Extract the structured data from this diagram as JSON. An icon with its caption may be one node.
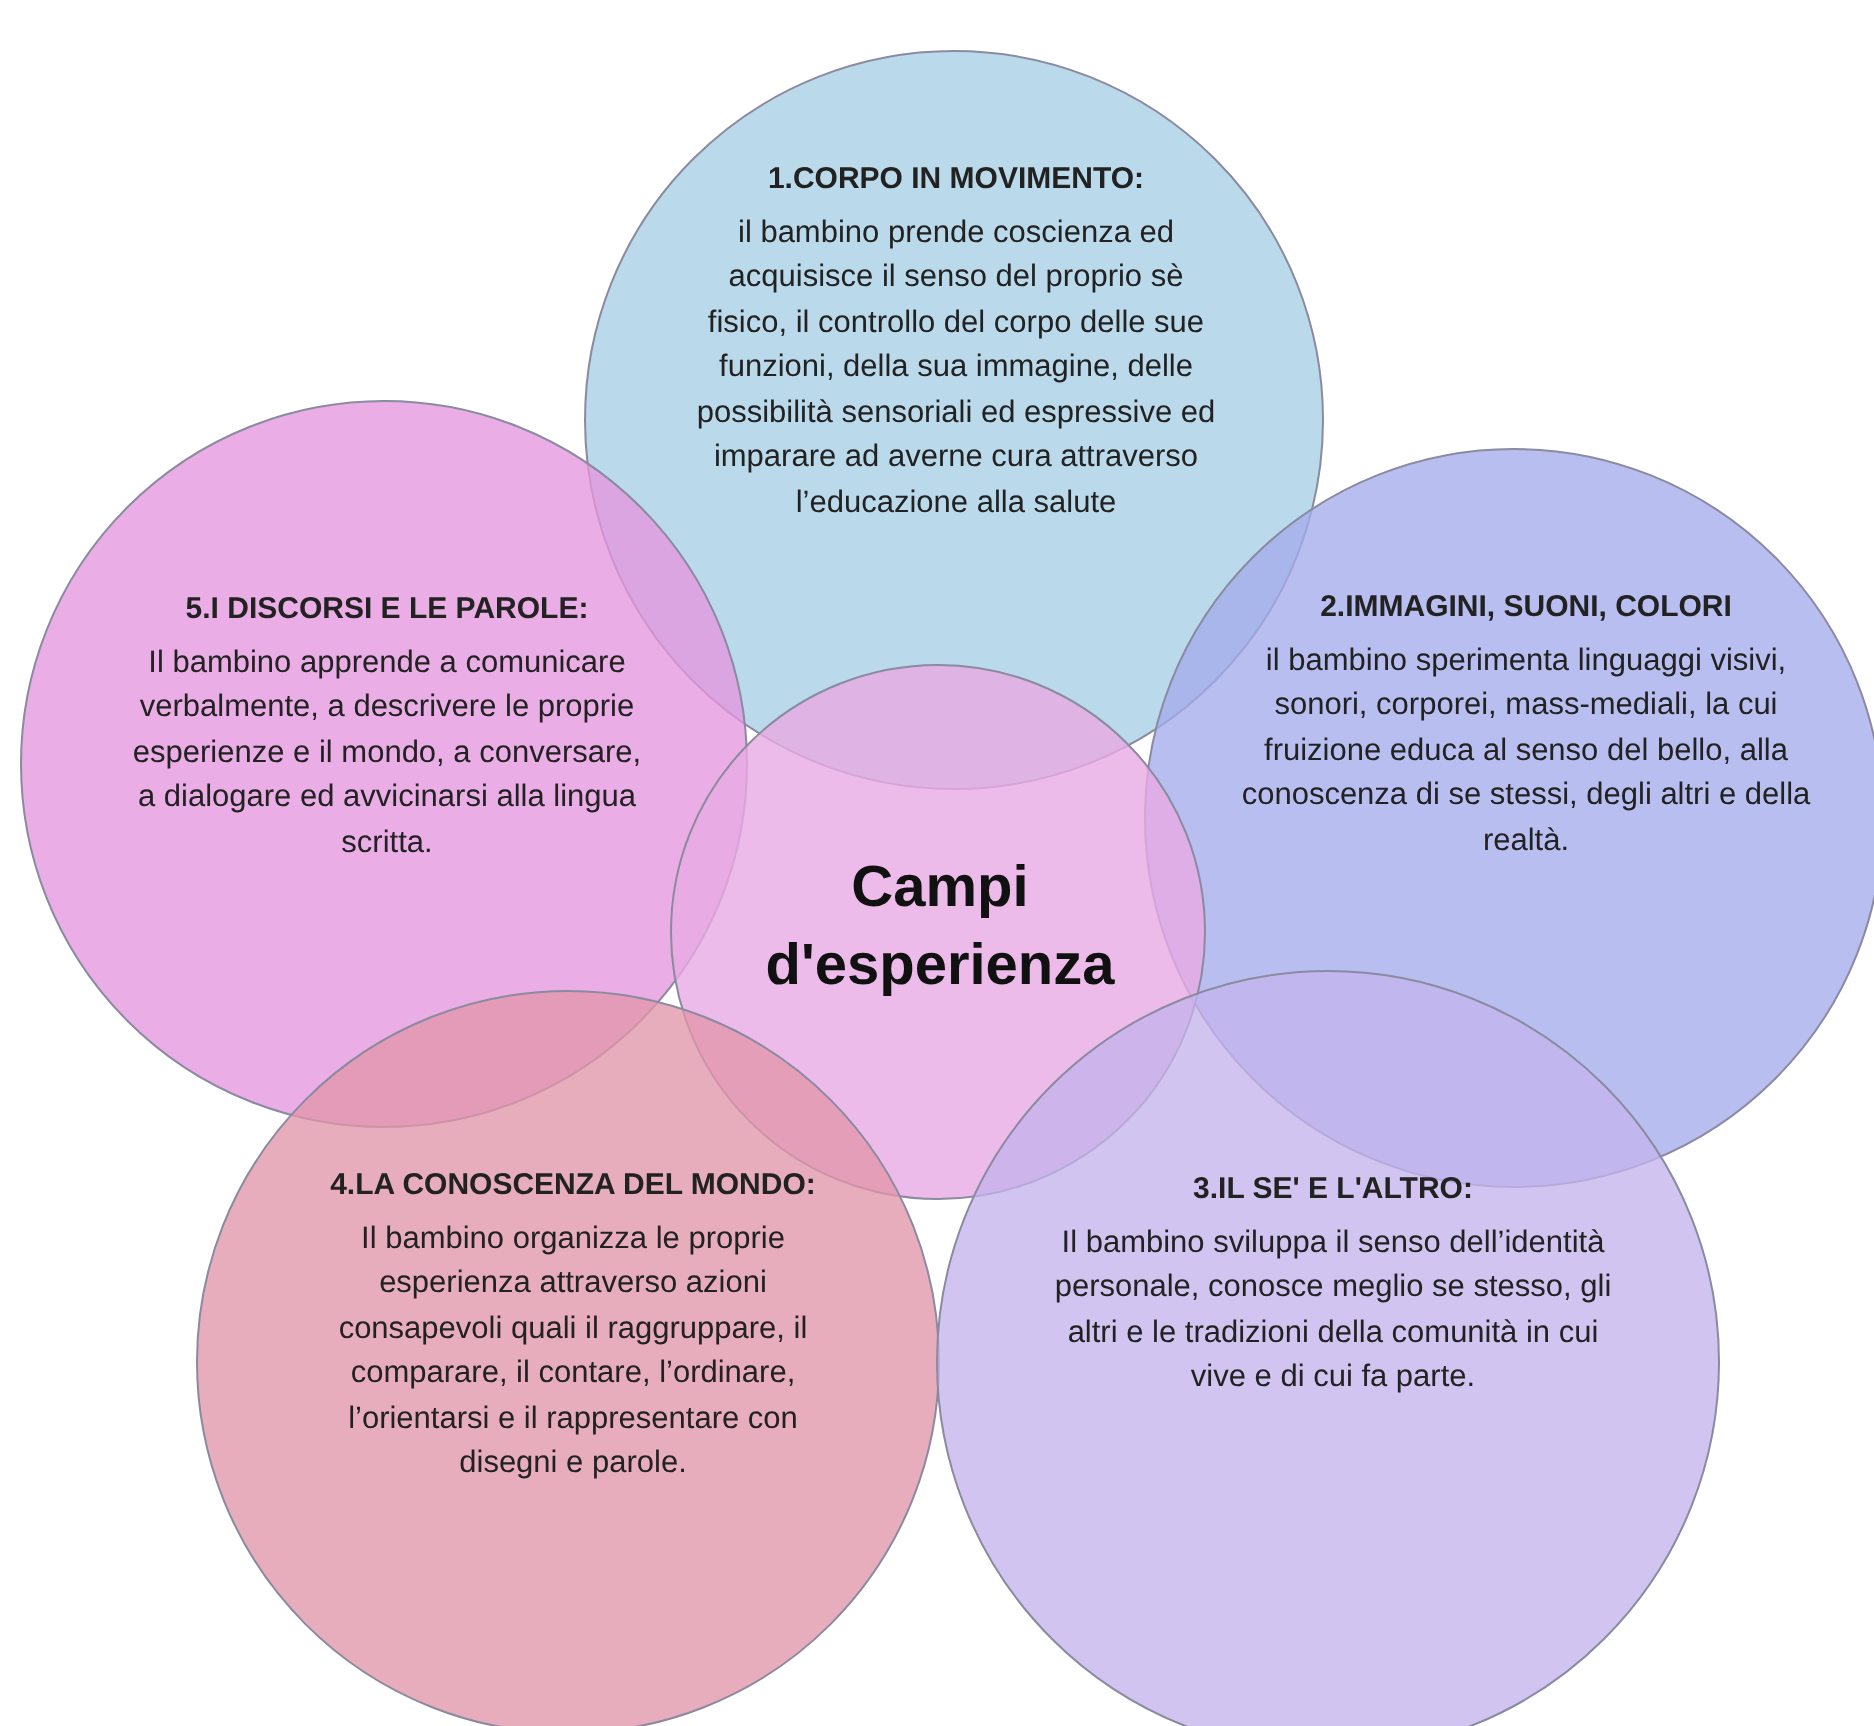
{
  "diagram": {
    "nodes": [
      {
        "text": [
          "1.CORPO IN MOVIMENTO:",
          "il bambino prende coscienza ed acquisisce il senso del proprio sè fisico, il controllo del corpo delle sue funzioni, della sua immagine, delle possibilità sensoriali ed espressive ed imparare ad averne cura attraverso l’educazione alla salute"
        ]
      },
      {
        "text": [
          "5.I DISCORSI E LE PAROLE:",
          "Il bambino apprende a comunicare verbalmente, a descrivere le proprie esperienze e il mondo, a conversare, a dialogare ed avvicinarsi alla lingua scritta."
        ]
      },
      {
        "text": [
          "2.IMMAGINI, SUONI, COLORI",
          "il bambino sperimenta linguaggi visivi, sonori, corporei, mass-mediali, la cui fruizione educa al senso del bello, alla conoscenza di se stessi, degli altri e della realtà."
        ]
      },
      {
        "text": [
          "Campi d'esperienza"
        ]
      },
      {
        "text": [
          "4.LA CONOSCENZA DEL MONDO:",
          "Il bambino organizza le proprie esperienza attraverso azioni consapevoli quali il raggruppare, il comparare, il contare, l’ordinare, l’orientarsi e il rappresentare con disegni e parole."
        ]
      },
      {
        "text": [
          "3.IL SE' E L'ALTRO:",
          "Il bambino sviluppa il senso dell’identità personale, conosce meglio se stesso, gli altri e le tradizioni della comunità in cui vive e di cui fa parte."
        ]
      }
    ]
  }
}
